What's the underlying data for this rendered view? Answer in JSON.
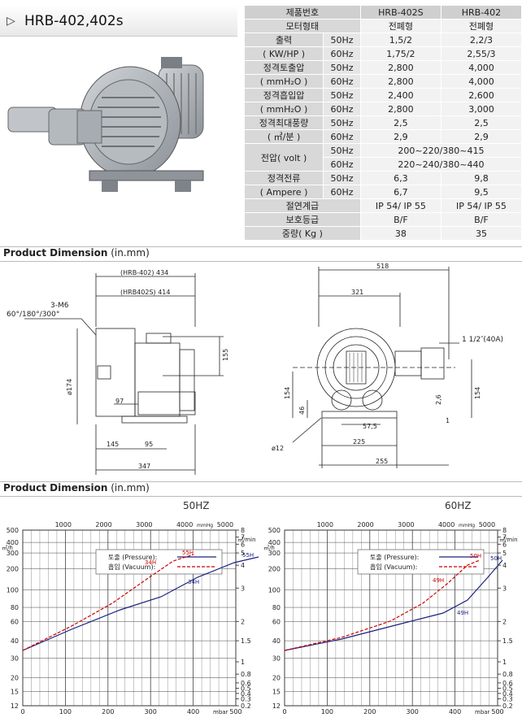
{
  "title": "HRB-402,402s",
  "spec": {
    "header": {
      "label1": "제품번호",
      "label2": "모터형태",
      "m1": "HRB-402S",
      "m2": "HRB-402",
      "t1": "전폐형",
      "t2": "전폐형"
    },
    "rows": [
      {
        "l1": "출력",
        "l2": "( KW/HP )",
        "r": [
          [
            "50Hz",
            "1,5/2",
            "2,2/3"
          ],
          [
            "60Hz",
            "1,75/2",
            "2,55/3"
          ]
        ]
      },
      {
        "l1": "정격토출압",
        "l2": "( mmH₂O )",
        "r": [
          [
            "50Hz",
            "2,800",
            "4,000"
          ],
          [
            "60Hz",
            "2,800",
            "4,000"
          ]
        ]
      },
      {
        "l1": "정격흡입압",
        "l2": "( mmH₂O )",
        "r": [
          [
            "50Hz",
            "2,400",
            "2,600"
          ],
          [
            "60Hz",
            "2,800",
            "3,000"
          ]
        ]
      },
      {
        "l1": "정격최대풍량",
        "l2": "( ㎥/분 )",
        "r": [
          [
            "50Hz",
            "2,5",
            "2,5"
          ],
          [
            "60Hz",
            "2,9",
            "2,9"
          ]
        ]
      }
    ],
    "voltage": {
      "label": "전압( volt )",
      "hz1": "50Hz",
      "hz2": "60Hz",
      "v1": "200~220/380~415",
      "v2": "220~240/380~440"
    },
    "current": {
      "l1": "정격전류",
      "l2": "( Ampere )",
      "r": [
        [
          "50Hz",
          "6,3",
          "9,8"
        ],
        [
          "60Hz",
          "6,7",
          "9,5"
        ]
      ]
    },
    "insulation": {
      "label": "절연계급",
      "v1": "IP 54/ IP 55",
      "v2": "IP 54/ IP 55"
    },
    "protection": {
      "label": "보호등급",
      "v1": "B/F",
      "v2": "B/F"
    },
    "weight": {
      "label": "중량( Kg )",
      "v1": "38",
      "v2": "35"
    }
  },
  "section1": {
    "bold": "Product Dimension",
    "unit": "(in.mm)"
  },
  "section2": {
    "bold": "Product Dimension",
    "unit": "(in.mm)"
  },
  "dims": {
    "d434": "(HRB-402) 434",
    "d414": "(HRB402S) 414",
    "m6": "3-M6",
    "ang": "60°/180°/300°",
    "d155": "155",
    "d174": "ø174",
    "d97": "97",
    "d145": "145",
    "d95": "95",
    "d347": "347",
    "d518": "518",
    "d321": "321",
    "d154a": "154",
    "d154b": "154",
    "d46": "46",
    "d57": "57,5",
    "d225": "225",
    "d255": "255",
    "d12": "ø12",
    "d26": "2,6",
    "d1": "1",
    "pipe": "1 1/2″(40A)"
  },
  "charts": [
    {
      "title": "50HZ",
      "legend_p": "토출 (Pressure):",
      "legend_v": "흡입 (Vacuum):",
      "top_ticks": [
        "1000",
        "2000",
        "3000",
        "4000",
        "5000"
      ],
      "top_unit": "mmHg",
      "bottom_ticks": [
        "0",
        "100",
        "200",
        "300",
        "400",
        "500"
      ],
      "bottom_unit": "mbar",
      "left_ticks": [
        "500",
        "400",
        "300",
        "200",
        "100",
        "80",
        "60",
        "40",
        "30",
        "20",
        "15",
        "12"
      ],
      "left_unit": "㎥/h",
      "right_ticks": [
        "8",
        "7",
        "6",
        "5",
        "4",
        "3",
        "2",
        "1.5",
        "1",
        "0.8",
        "0.6",
        "0.5",
        "0.4",
        "0.3",
        "0.2"
      ],
      "right_unit": "㎥/min",
      "labels": {
        "p": "34H",
        "p2": "55H",
        "v1": "34H",
        "v2": "55H"
      }
    },
    {
      "title": "60HZ",
      "legend_p": "토출 (Pressure):",
      "legend_v": "흡입 (Vacuum):",
      "top_ticks": [
        "1000",
        "2000",
        "3000",
        "4000",
        "5000"
      ],
      "top_unit": "mmHg",
      "bottom_ticks": [
        "0",
        "100",
        "200",
        "300",
        "400",
        "500"
      ],
      "bottom_unit": "mbar",
      "left_ticks": [
        "500",
        "400",
        "300",
        "200",
        "100",
        "80",
        "60",
        "40",
        "30",
        "20",
        "15",
        "12"
      ],
      "left_unit": "㎥/h",
      "right_ticks": [
        "8",
        "7",
        "6",
        "5",
        "4",
        "3",
        "2",
        "1.5",
        "1",
        "0.8",
        "0.6",
        "0.5",
        "0.4",
        "0.3",
        "0.2"
      ],
      "right_unit": "㎥/min",
      "labels": {
        "p": "49H",
        "p2": "50H",
        "v1": "49H",
        "v2": "50H"
      }
    }
  ],
  "colors": {
    "pressure": "#1a237e",
    "vacuum": "#cc0000",
    "machine": "#a9aeb4"
  }
}
